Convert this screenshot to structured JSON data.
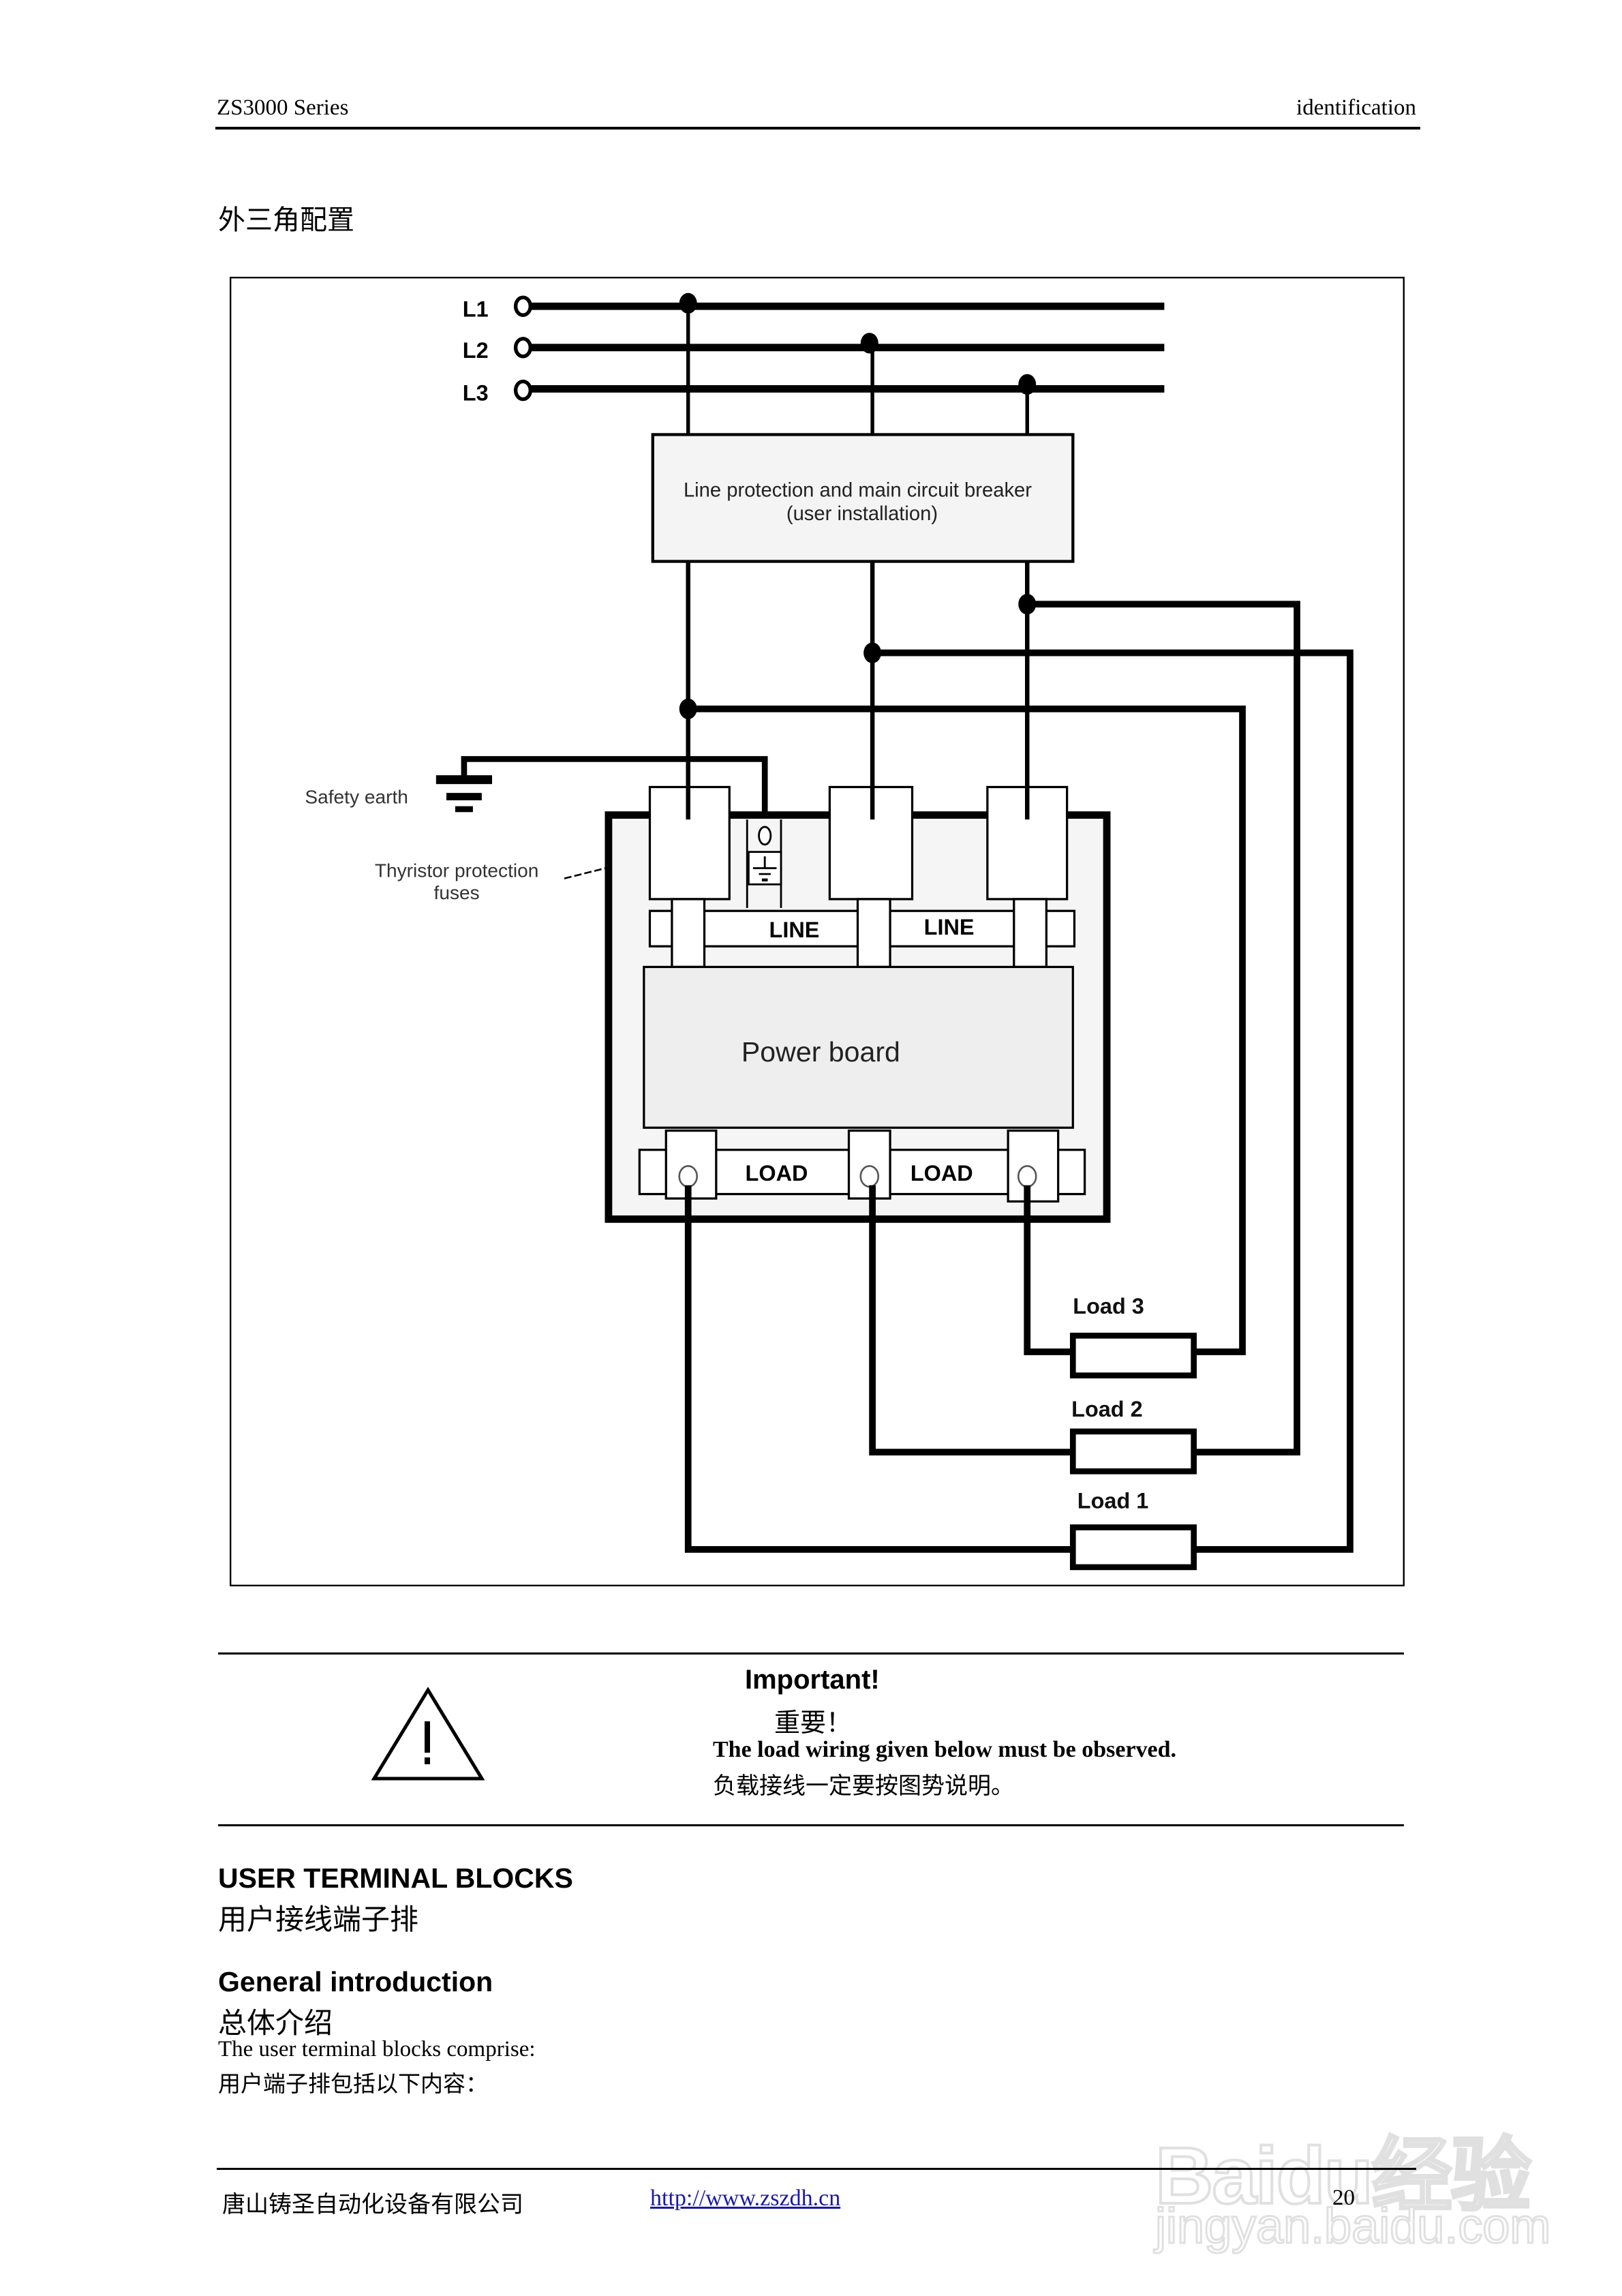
{
  "header": {
    "series": "ZS3000 Series",
    "section": "identification"
  },
  "section_title_cn": "外三角配置",
  "diagram": {
    "phases": [
      "L1",
      "L2",
      "L3"
    ],
    "breaker_label_line1": "Line protection and main circuit breaker",
    "breaker_label_line2": "(user installation)",
    "safety_earth_label": "Safety earth",
    "fuses_label_line1": "Thyristor protection",
    "fuses_label_line2": "fuses",
    "line_labels": [
      "LINE",
      "LINE"
    ],
    "power_board_label": "Power board",
    "load_labels": [
      "LOAD",
      "LOAD"
    ],
    "loads": [
      "Load 3",
      "Load 2",
      "Load 1"
    ]
  },
  "important": {
    "icon": "warning-triangle-icon",
    "title": "Important!",
    "title_cn": "重要！",
    "text": "The load wiring given below must be observed.",
    "text_cn": "负载接线一定要按图势说明。"
  },
  "user_terminal_blocks": {
    "title": "USER TERMINAL BLOCKS",
    "title_cn": "用户接线端子排"
  },
  "general_introduction": {
    "title": "General introduction",
    "title_cn": "总体介绍",
    "text": "The user terminal blocks comprise:",
    "text_cn": "用户端子排包括以下内容："
  },
  "footer": {
    "company": "唐山铸圣自动化设备有限公司",
    "url": "http://www.zszdh.cn",
    "page": "20"
  },
  "watermark": {
    "brand": "Baidu经验",
    "url": "jingyan.baidu.com"
  }
}
